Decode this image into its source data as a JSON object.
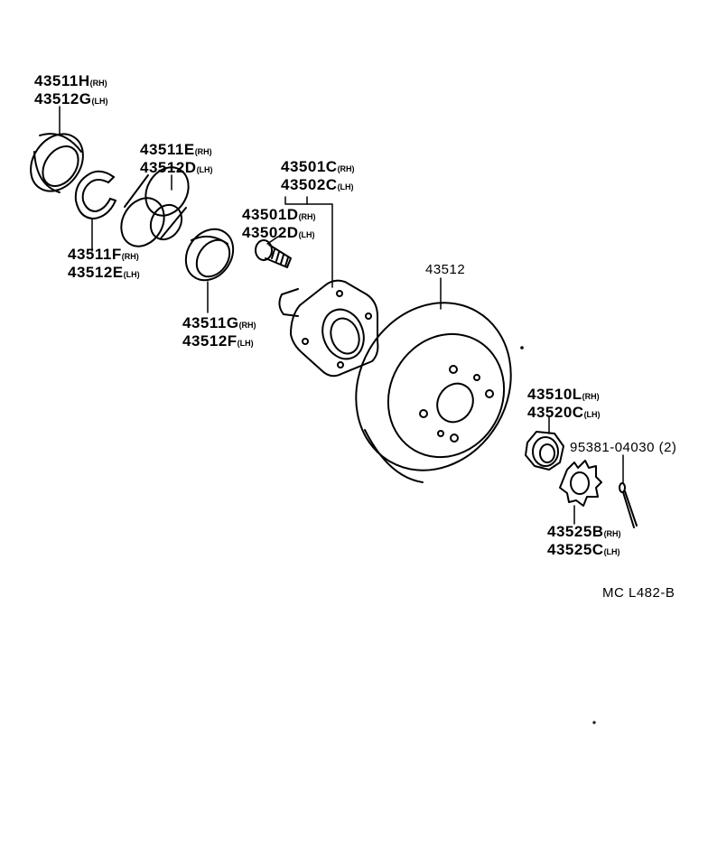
{
  "parts": {
    "oil_seal": {
      "rh": "43511H",
      "rh_side": "(RH)",
      "lh": "43512G",
      "lh_side": "(LH)"
    },
    "outer_bearing": {
      "rh": "43511E",
      "rh_side": "(RH)",
      "lh": "43512D",
      "lh_side": "(LH)"
    },
    "snap_ring": {
      "rh": "43511F",
      "rh_side": "(RH)",
      "lh": "43512E",
      "lh_side": "(LH)"
    },
    "inner_bearing": {
      "rh": "43511G",
      "rh_side": "(RH)",
      "lh": "43512F",
      "lh_side": "(LH)"
    },
    "hub": {
      "rh": "43501C",
      "rh_side": "(RH)",
      "lh": "43502C",
      "lh_side": "(LH)"
    },
    "hub_bolt": {
      "rh": "43501D",
      "rh_side": "(RH)",
      "lh": "43502D",
      "lh_side": "(LH)"
    },
    "disc": {
      "number": "43512"
    },
    "hub_nut": {
      "rh": "43510L",
      "rh_side": "(RH)",
      "lh": "43520C",
      "lh_side": "(LH)"
    },
    "cotter_pin": {
      "number": "95381-04030",
      "qty": "(2)"
    },
    "nut_lock_cap": {
      "rh": "43525B",
      "rh_side": "(RH)",
      "lh": "43525C",
      "lh_side": "(LH)"
    }
  },
  "diagram_code": "MC L482-B"
}
